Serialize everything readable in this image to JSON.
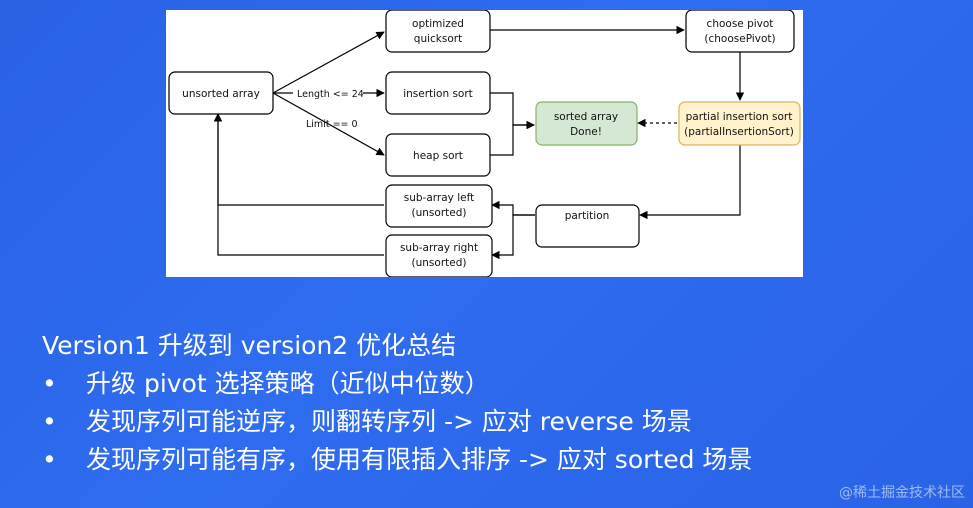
{
  "diagram": {
    "nodes": {
      "unsorted": "unsorted array",
      "optimized_l1": "optimized",
      "optimized_l2": "quicksort",
      "insertion": "insertion sort",
      "heap": "heap sort",
      "sorted_l1": "sorted array",
      "sorted_l2": "Done!",
      "choose_l1": "choose pivot",
      "choose_l2": "(choosePivot)",
      "partial_l1": "partial insertion sort",
      "partial_l2": "(partialInsertionSort)",
      "partition": "partition",
      "left_l1": "sub-array left",
      "left_l2": "(unsorted)",
      "right_l1": "sub-array right",
      "right_l2": "(unsorted)"
    },
    "edge_labels": {
      "length": "Length <= 24",
      "limit": "Limit == 0"
    },
    "colors": {
      "sorted_fill": "#d5e8d4",
      "sorted_stroke": "#82b366",
      "partial_fill": "#fff2cc",
      "partial_stroke": "#d6b656"
    }
  },
  "summary": {
    "heading": "Version1 升级到 version2 优化总结",
    "bullets": [
      "升级 pivot 选择策略（近似中位数）",
      "发现序列可能逆序，则翻转序列 -> 应对 reverse 场景",
      "发现序列可能有序，使用有限插入排序 -> 应对 sorted 场景"
    ],
    "bullet_symbol": "•"
  },
  "footer": {
    "watermark": "@稀土掘金技术社区"
  },
  "theme": {
    "background": "#2e6cf0"
  }
}
